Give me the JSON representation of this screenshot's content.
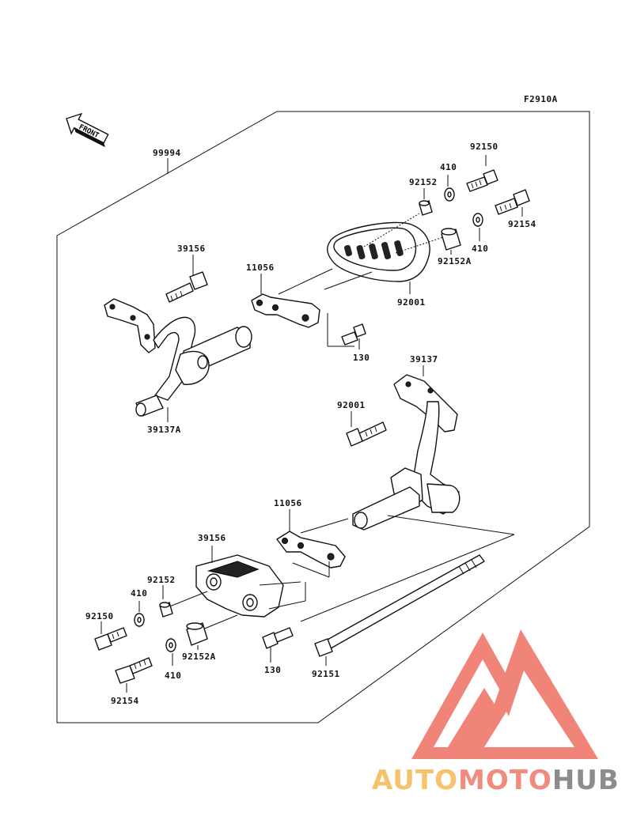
{
  "diagram": {
    "figure_code": "F2910A",
    "front_label": "FRONT",
    "kit_number": "99994",
    "callouts": [
      {
        "id": "92150_top",
        "text": "92150"
      },
      {
        "id": "410_top",
        "text": "410"
      },
      {
        "id": "92152_top",
        "text": "92152"
      },
      {
        "id": "92154_top",
        "text": "92154"
      },
      {
        "id": "410_top2",
        "text": "410"
      },
      {
        "id": "92152A_top",
        "text": "92152A"
      },
      {
        "id": "92001_left",
        "text": "92001"
      },
      {
        "id": "11056_top",
        "text": "11056"
      },
      {
        "id": "39156_top",
        "text": "39156"
      },
      {
        "id": "130_top",
        "text": "130"
      },
      {
        "id": "39137",
        "text": "39137"
      },
      {
        "id": "92001_right",
        "text": "92001"
      },
      {
        "id": "39137A",
        "text": "39137A"
      },
      {
        "id": "11056_bottom",
        "text": "11056"
      },
      {
        "id": "39156_bottom",
        "text": "39156"
      },
      {
        "id": "92152_bottom",
        "text": "92152"
      },
      {
        "id": "410_bottom",
        "text": "410"
      },
      {
        "id": "92150_bottom",
        "text": "92150"
      },
      {
        "id": "92152A_bottom",
        "text": "92152A"
      },
      {
        "id": "410_bottom2",
        "text": "410"
      },
      {
        "id": "130_bottom",
        "text": "130"
      },
      {
        "id": "92151",
        "text": "92151"
      },
      {
        "id": "92154_bottom",
        "text": "92154"
      }
    ]
  },
  "watermark": {
    "brand_part1": "AUTO",
    "brand_part2": "MOTO",
    "brand_part3": "HUB",
    "color_auto": "#f6c26b",
    "color_moto": "#f08b7e",
    "color_hub": "#8c8c8c",
    "color_triangle": "#f07a6e"
  }
}
